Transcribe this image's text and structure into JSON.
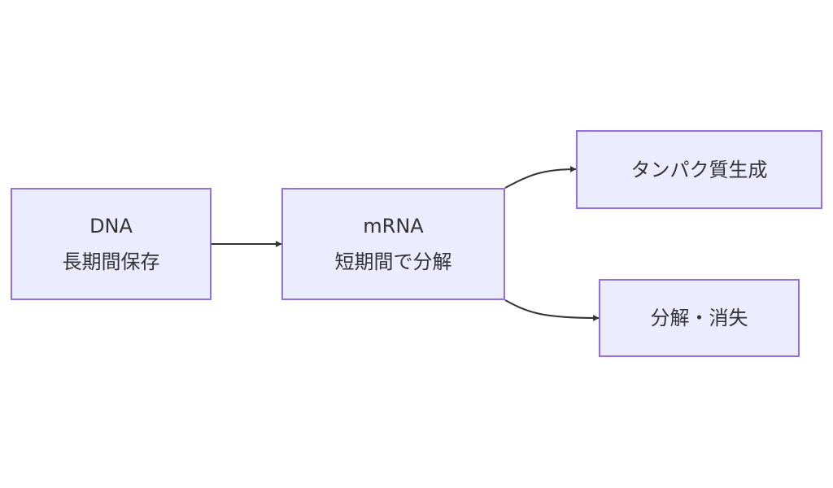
{
  "diagram": {
    "nodes": {
      "dna": {
        "line1": "DNA",
        "line2": "長期間保存"
      },
      "mrna": {
        "line1": "mRNA",
        "line2": "短期間で分解"
      },
      "protein": {
        "label": "タンパク質生成"
      },
      "decay": {
        "label": "分解・消失"
      }
    },
    "edges": [
      {
        "from": "dna",
        "to": "mrna"
      },
      {
        "from": "mrna",
        "to": "protein"
      },
      {
        "from": "mrna",
        "to": "decay"
      }
    ],
    "colors": {
      "node_fill": "#ececff",
      "node_border": "#9370db",
      "edge": "#333333",
      "text": "#333333"
    }
  }
}
